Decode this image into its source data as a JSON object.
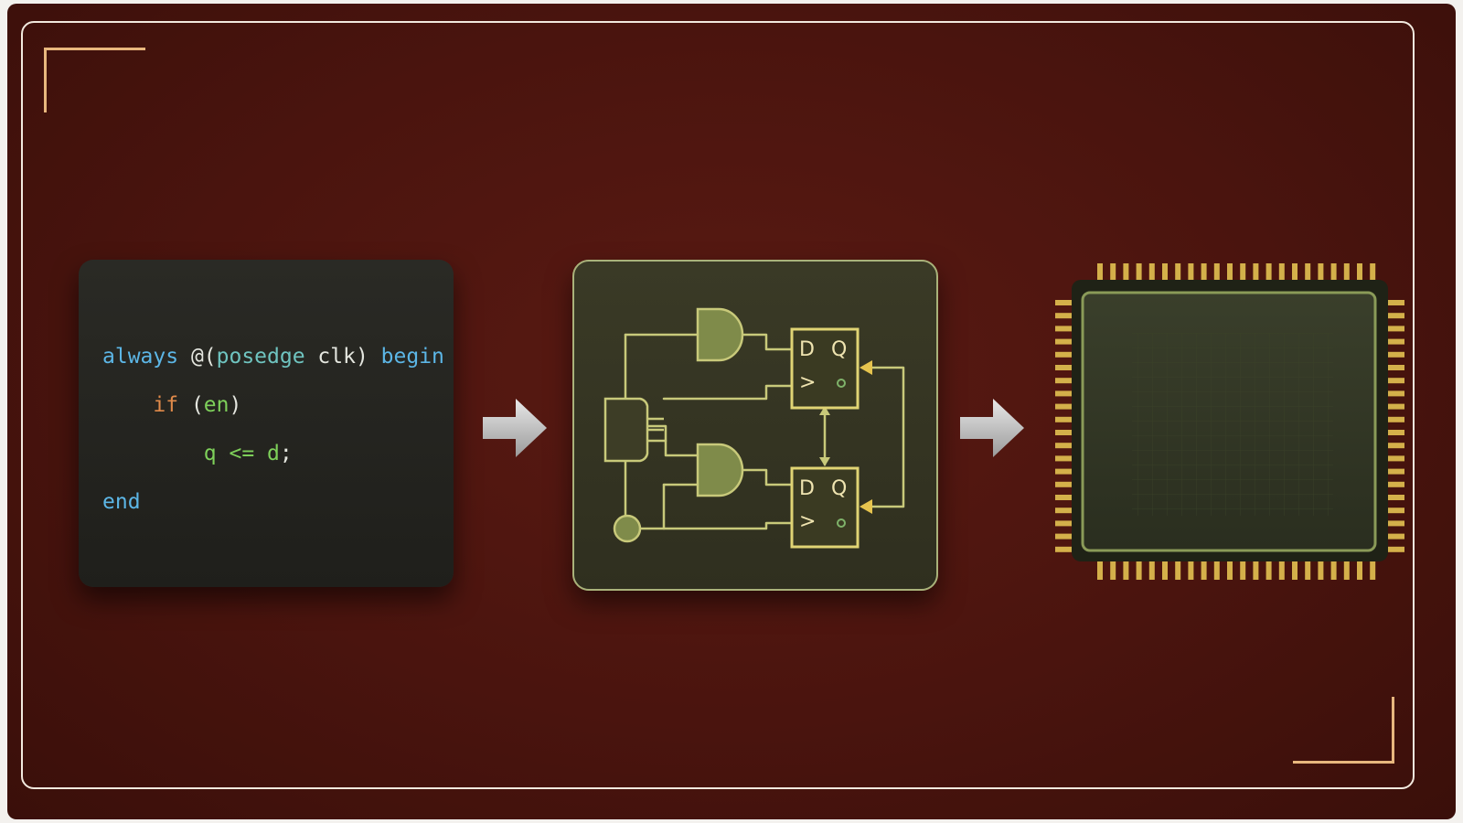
{
  "code_lines": {
    "l1_kw1": "always",
    "l1_at": " @(",
    "l1_kw2": "posedge",
    "l1_sig": " clk) ",
    "l1_kw3": "begin",
    "l2_kw": "if",
    "l2_open": " (",
    "l2_sig": "en",
    "l2_close": ")",
    "l3_lhs": "q",
    "l3_op": " <= ",
    "l3_rhs": "d",
    "l3_end": ";",
    "l4_kw": "end"
  },
  "flipflops": {
    "ff1": {
      "d": "D",
      "q": "Q",
      "clk": ">"
    },
    "ff2": {
      "d": "D",
      "q": "Q",
      "clk": ">"
    }
  },
  "colors": {
    "background": "#4a140e",
    "frame": "#f2e9de",
    "corner_accent": "#e8b77e",
    "circuit_line": "#c8c97a",
    "gate_fill": "#7f8b4a",
    "chip_pin": "#d4b04a"
  },
  "icons": {
    "arrow_1": "right-arrow-icon",
    "arrow_2": "right-arrow-icon",
    "chip": "microchip-icon"
  }
}
